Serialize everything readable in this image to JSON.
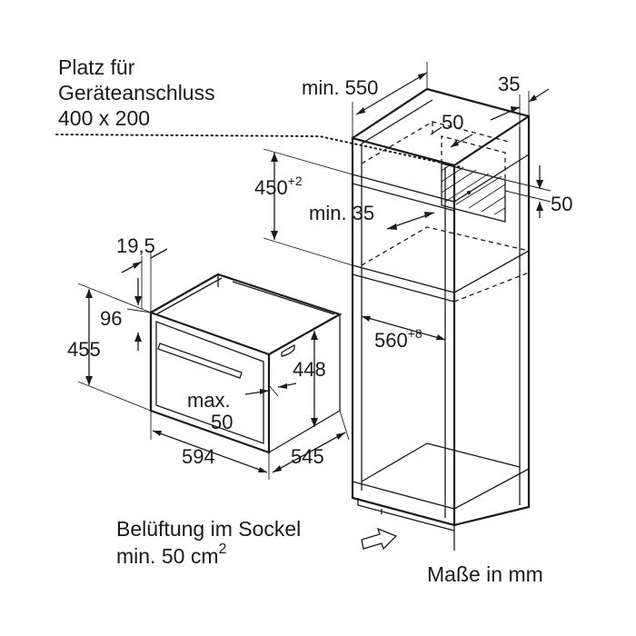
{
  "notes": {
    "connection_line1": "Platz für",
    "connection_line2": "Geräteanschluss",
    "connection_line3": "400 x 200",
    "ventilation_line1": "Belüftung im Sockel",
    "ventilation_line2_prefix": "min. 50 cm",
    "ventilation_line2_sup": "2",
    "units": "Maße in mm"
  },
  "dimensions": {
    "niche_width": "min. 550",
    "niche_side": "35",
    "duct_depth": "50",
    "duct_height": "50",
    "opening_height": "450",
    "opening_height_tol": "+2",
    "min_gap": "min. 35",
    "niche_height": "560",
    "niche_height_tol": "+8",
    "panel_offset": "19,5",
    "top_offset": "96",
    "front_height": "455",
    "body_height": "448",
    "max_label": "max.",
    "max_value": "50",
    "front_width": "594",
    "body_depth": "545"
  }
}
